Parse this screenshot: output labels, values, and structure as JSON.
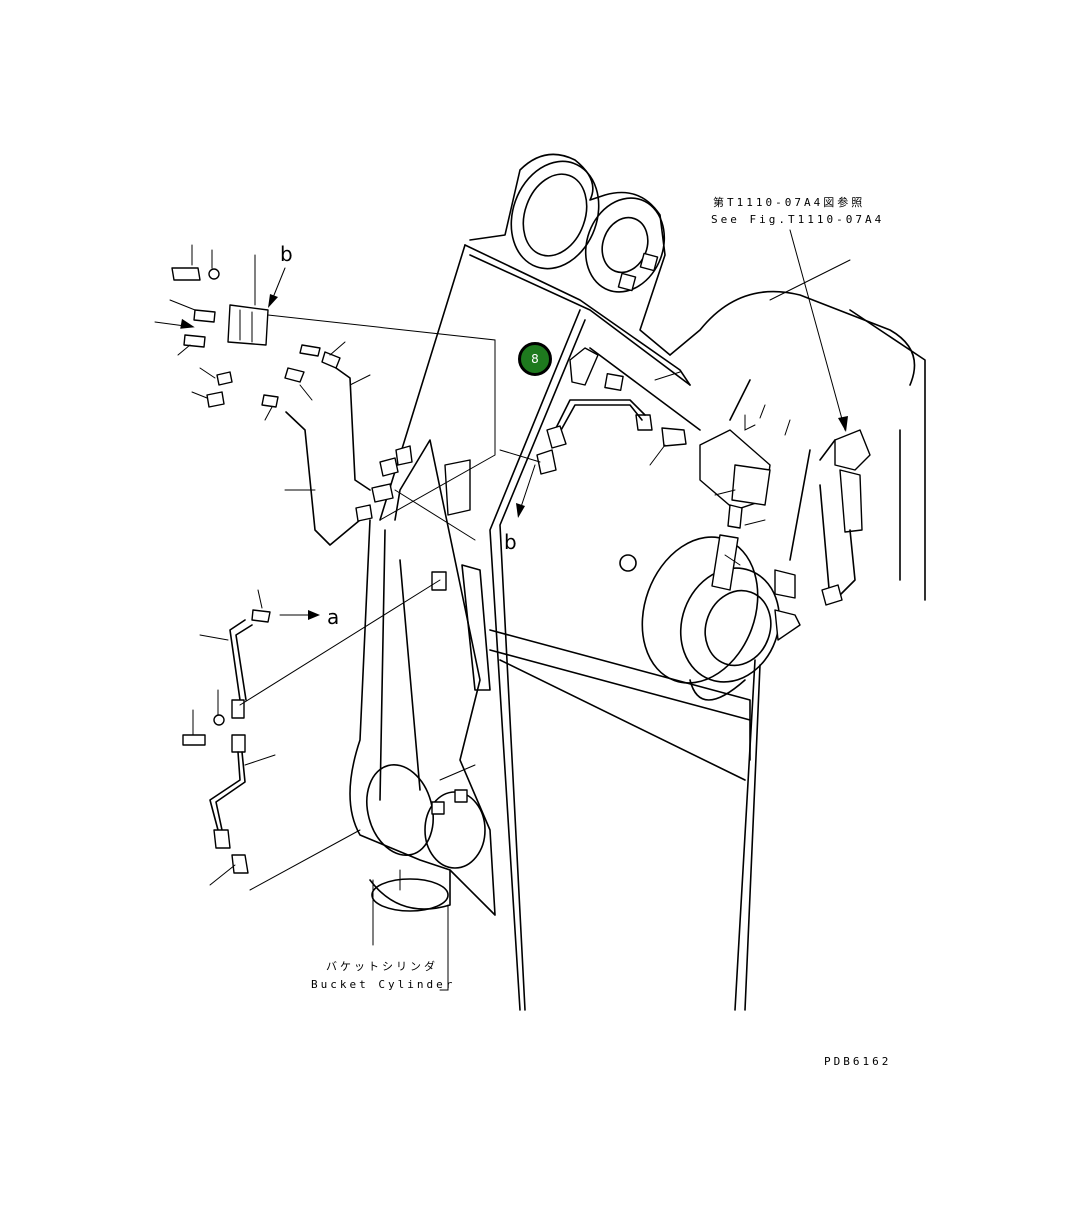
{
  "references": {
    "fig_ref_ja": "第T1110-07A4図参照",
    "fig_ref_en": "See Fig.T1110-07A4",
    "bucket_cylinder_ja": "バケットシリンダ",
    "bucket_cylinder_en": "Bucket Cylinder"
  },
  "view_labels": {
    "b_top": "b",
    "b_mid": "b",
    "a": "a"
  },
  "callout": {
    "number": "8",
    "color": "#1e7a1e"
  },
  "drawing_code": "PDB6162"
}
